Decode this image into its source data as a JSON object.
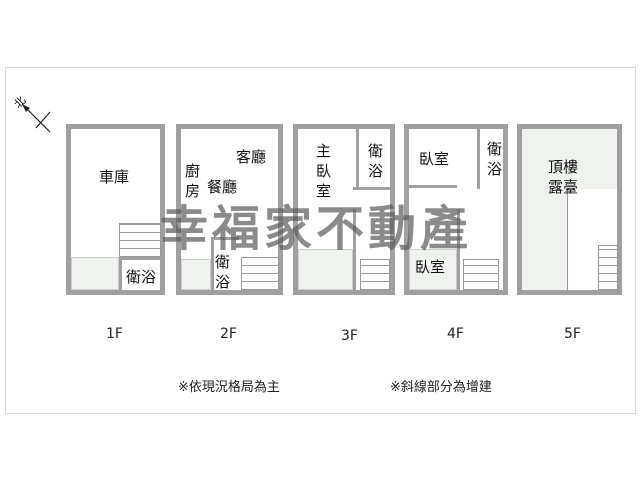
{
  "compass": {
    "label": "北",
    "icon": "north-arrow-icon"
  },
  "floors": [
    {
      "label": "1F",
      "rooms": [
        "車庫",
        "衛浴"
      ]
    },
    {
      "label": "2F",
      "rooms": [
        "客廳",
        "餐廳",
        "廚房",
        "衛浴"
      ]
    },
    {
      "label": "3F",
      "rooms": [
        "主臥室",
        "衛浴"
      ]
    },
    {
      "label": "4F",
      "rooms": [
        "臥室",
        "衛浴",
        "臥室"
      ]
    },
    {
      "label": "5F",
      "rooms": [
        "頂樓露臺"
      ]
    }
  ],
  "notes": [
    "※依現況格局為主",
    "※斜線部分為增建"
  ],
  "watermark": "幸福家不動產",
  "colors": {
    "wall": "#a0a0a0",
    "hatch": "#eef3ee"
  }
}
